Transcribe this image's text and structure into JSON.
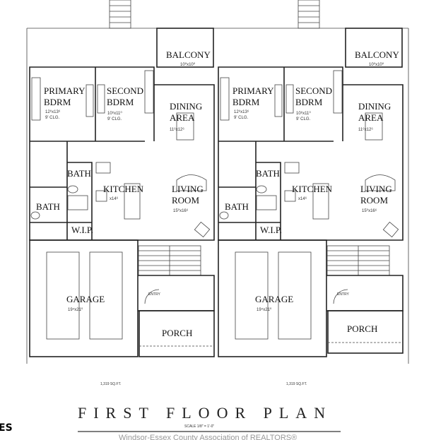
{
  "units": [
    {
      "rooms": {
        "balcony": "BALCONY",
        "balcony_dim": "10⁰x10⁰",
        "primary_1": "PRIMARY",
        "primary_2": "BDRM",
        "primary_dim": "12⁶x13⁶",
        "primary_clg": "9' CLG.",
        "second_1": "SECOND",
        "second_2": "BDRM",
        "second_dim": "10⁶x11⁰",
        "second_clg": "9' CLG.",
        "dining_1": "DINING",
        "dining_2": "AREA",
        "dining_dim": "11⁶x12⁶",
        "bath_upper": "BATH",
        "kitchen": "KITCHEN",
        "kitchen_dim": "x14⁶",
        "living_1": "LIVING",
        "living_2": "ROOM",
        "living_dim": "15⁰x16⁶",
        "bath_lower": "BATH",
        "wip": "W.I.P.",
        "garage": "GARAGE",
        "garage_dim": "19⁴x21⁰",
        "entry": "ENTRY",
        "porch": "PORCH"
      },
      "area": "1,319 SQ.FT."
    },
    {
      "rooms": {
        "balcony": "BALCONY",
        "balcony_dim": "10⁰x10⁰",
        "primary_1": "PRIMARY",
        "primary_2": "BDRM",
        "primary_dim": "12⁶x13⁶",
        "primary_clg": "9' CLG.",
        "second_1": "SECOND",
        "second_2": "BDRM",
        "second_dim": "10⁶x11⁰",
        "second_clg": "9' CLG.",
        "dining_1": "DINING",
        "dining_2": "AREA",
        "dining_dim": "11⁶x12⁶",
        "bath_upper": "BATH",
        "kitchen": "KITCHEN",
        "kitchen_dim": "x14⁶",
        "living_1": "LIVING",
        "living_2": "ROOM",
        "living_dim": "15⁰x16⁶",
        "bath_lower": "BATH",
        "wip": "W.I.P.",
        "garage": "GARAGE",
        "garage_dim": "19⁴x21⁰",
        "entry": "ENTRY",
        "porch": "PORCH"
      },
      "area": "1,319 SQ.FT."
    }
  ],
  "title": "FIRST FLOOR PLAN",
  "scale": "SCALE 1/8\" = 1'-0\"",
  "watermark": "Windsor-Essex County Association of REALTORS®",
  "side_text": "ES"
}
